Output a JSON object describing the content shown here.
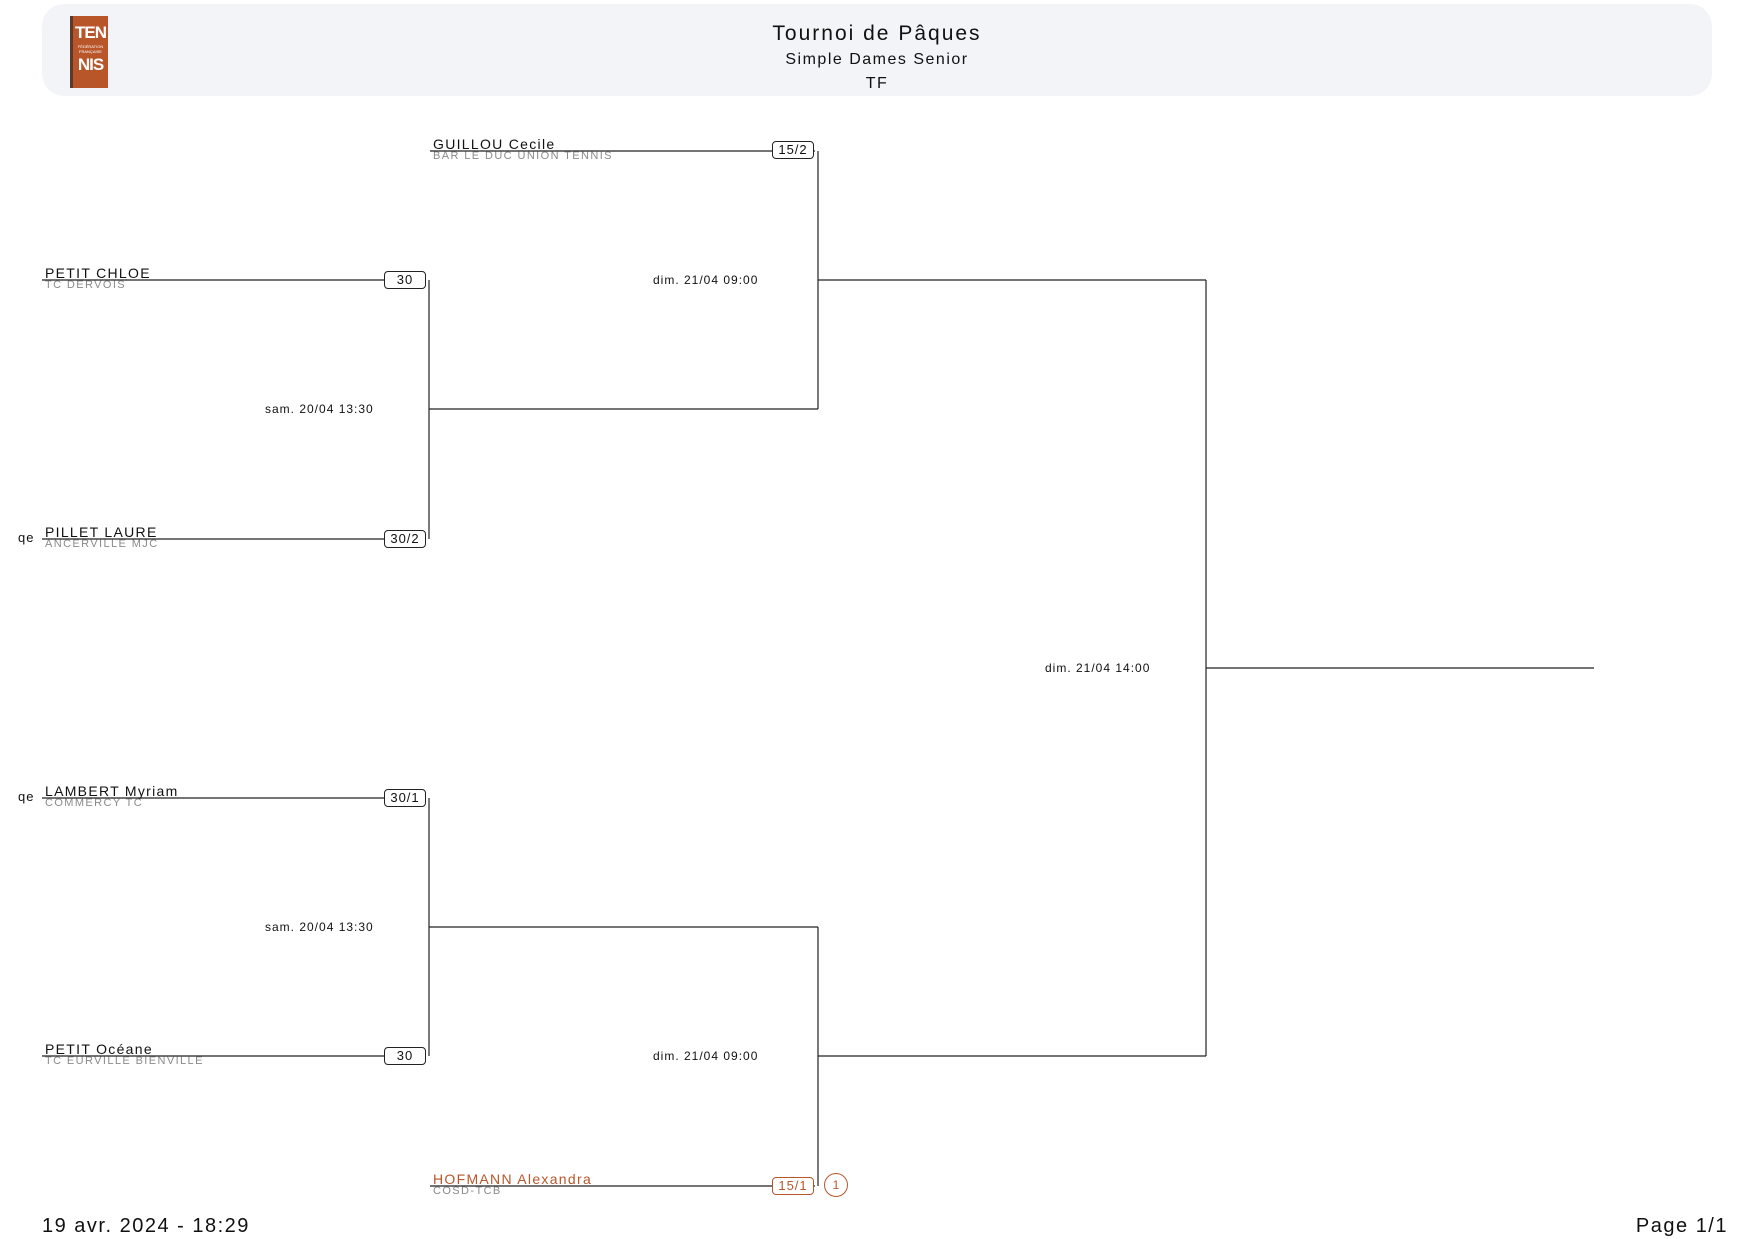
{
  "header": {
    "logo": {
      "top": "TEN",
      "middle": "FÉDÉRATION FRANÇAISE",
      "bottom": "NIS"
    },
    "title": "Tournoi de Pâques",
    "subtitle": "Simple Dames Senior",
    "type": "TF"
  },
  "players": {
    "guillou": {
      "name": "GUILLOU Cecile",
      "club": "BAR LE DUC UNION TENNIS",
      "rank": "15/2"
    },
    "petit_chloe": {
      "name": "PETIT CHLOE",
      "club": "TC DERVOIS",
      "rank": "30"
    },
    "pillet": {
      "name": "PILLET LAURE",
      "club": "ANCERVILLE MJC",
      "rank": "30/2",
      "tag": "qe"
    },
    "lambert": {
      "name": "LAMBERT Myriam",
      "club": "COMMERCY TC",
      "rank": "30/1",
      "tag": "qe"
    },
    "petit_oceane": {
      "name": "PETIT Océane",
      "club": "TC EURVILLE BIENVILLE",
      "rank": "30"
    },
    "hofmann": {
      "name": "HOFMANN Alexandra",
      "club": "COSD-TCB",
      "rank": "15/1",
      "seed": "1"
    }
  },
  "matches": {
    "r1_top": "sam. 20/04 13:30",
    "r1_bottom": "sam. 20/04 13:30",
    "r2_top": "dim. 21/04 09:00",
    "r2_bottom": "dim. 21/04 09:00",
    "final": "dim. 21/04 14:00"
  },
  "footer": {
    "printed": "19 avr. 2024 - 18:29",
    "page": "Page 1/1"
  },
  "colors": {
    "accent": "#b8562a",
    "header_bg": "#f3f4f7",
    "club_text": "#8a8a8a"
  }
}
